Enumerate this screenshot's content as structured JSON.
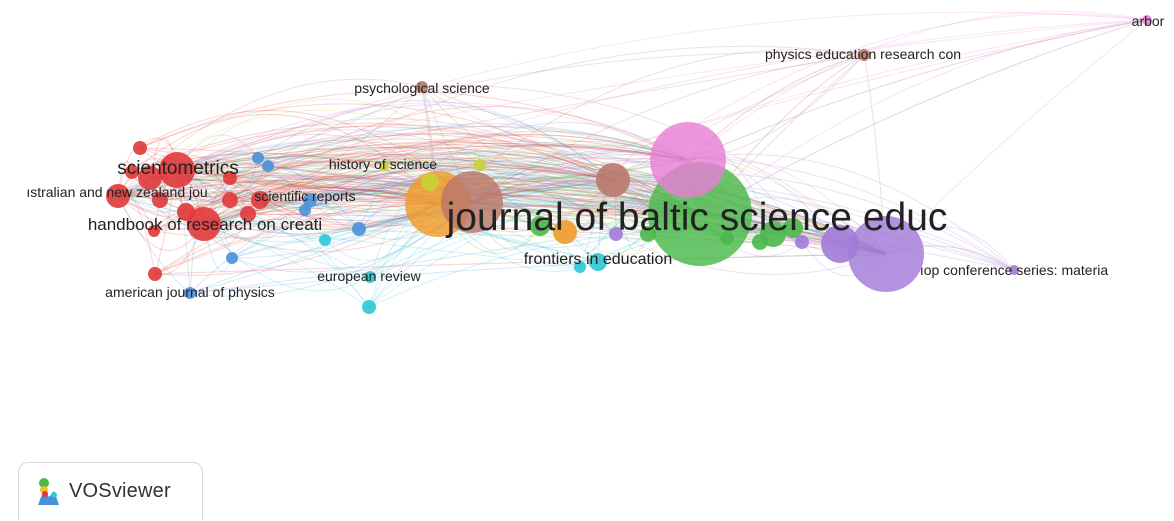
{
  "app": {
    "name": "VOSviewer"
  },
  "network": {
    "clusters": [
      {
        "id": "red",
        "color": "#e0393b"
      },
      {
        "id": "green",
        "color": "#4ab84a"
      },
      {
        "id": "blue",
        "color": "#4a90d9"
      },
      {
        "id": "yellow",
        "color": "#c8d234"
      },
      {
        "id": "purple",
        "color": "#a27ad8"
      },
      {
        "id": "cyan",
        "color": "#2ec7d6"
      },
      {
        "id": "orange",
        "color": "#f09a2a"
      },
      {
        "id": "brown",
        "color": "#b9786a"
      },
      {
        "id": "pink",
        "color": "#e77fd6"
      }
    ],
    "labels": [
      {
        "key": "jbse",
        "text": "journal of baltic science educ"
      },
      {
        "key": "scimet",
        "text": "scientometrics"
      },
      {
        "key": "anz",
        "text": "ıstralian and new zealand jou"
      },
      {
        "key": "handbook",
        "text": "handbook of research on creati"
      },
      {
        "key": "scirep",
        "text": "scientific reports"
      },
      {
        "key": "histsci",
        "text": "history of science"
      },
      {
        "key": "psych",
        "text": "psychological science"
      },
      {
        "key": "perc",
        "text": "physics education research con"
      },
      {
        "key": "arbor",
        "text": "arbor"
      },
      {
        "key": "frontiers",
        "text": "frontiers in education"
      },
      {
        "key": "eurorev",
        "text": "european review"
      },
      {
        "key": "ajp",
        "text": "american journal of physics"
      },
      {
        "key": "iop",
        "text": "ıop conference series: materia"
      }
    ]
  }
}
